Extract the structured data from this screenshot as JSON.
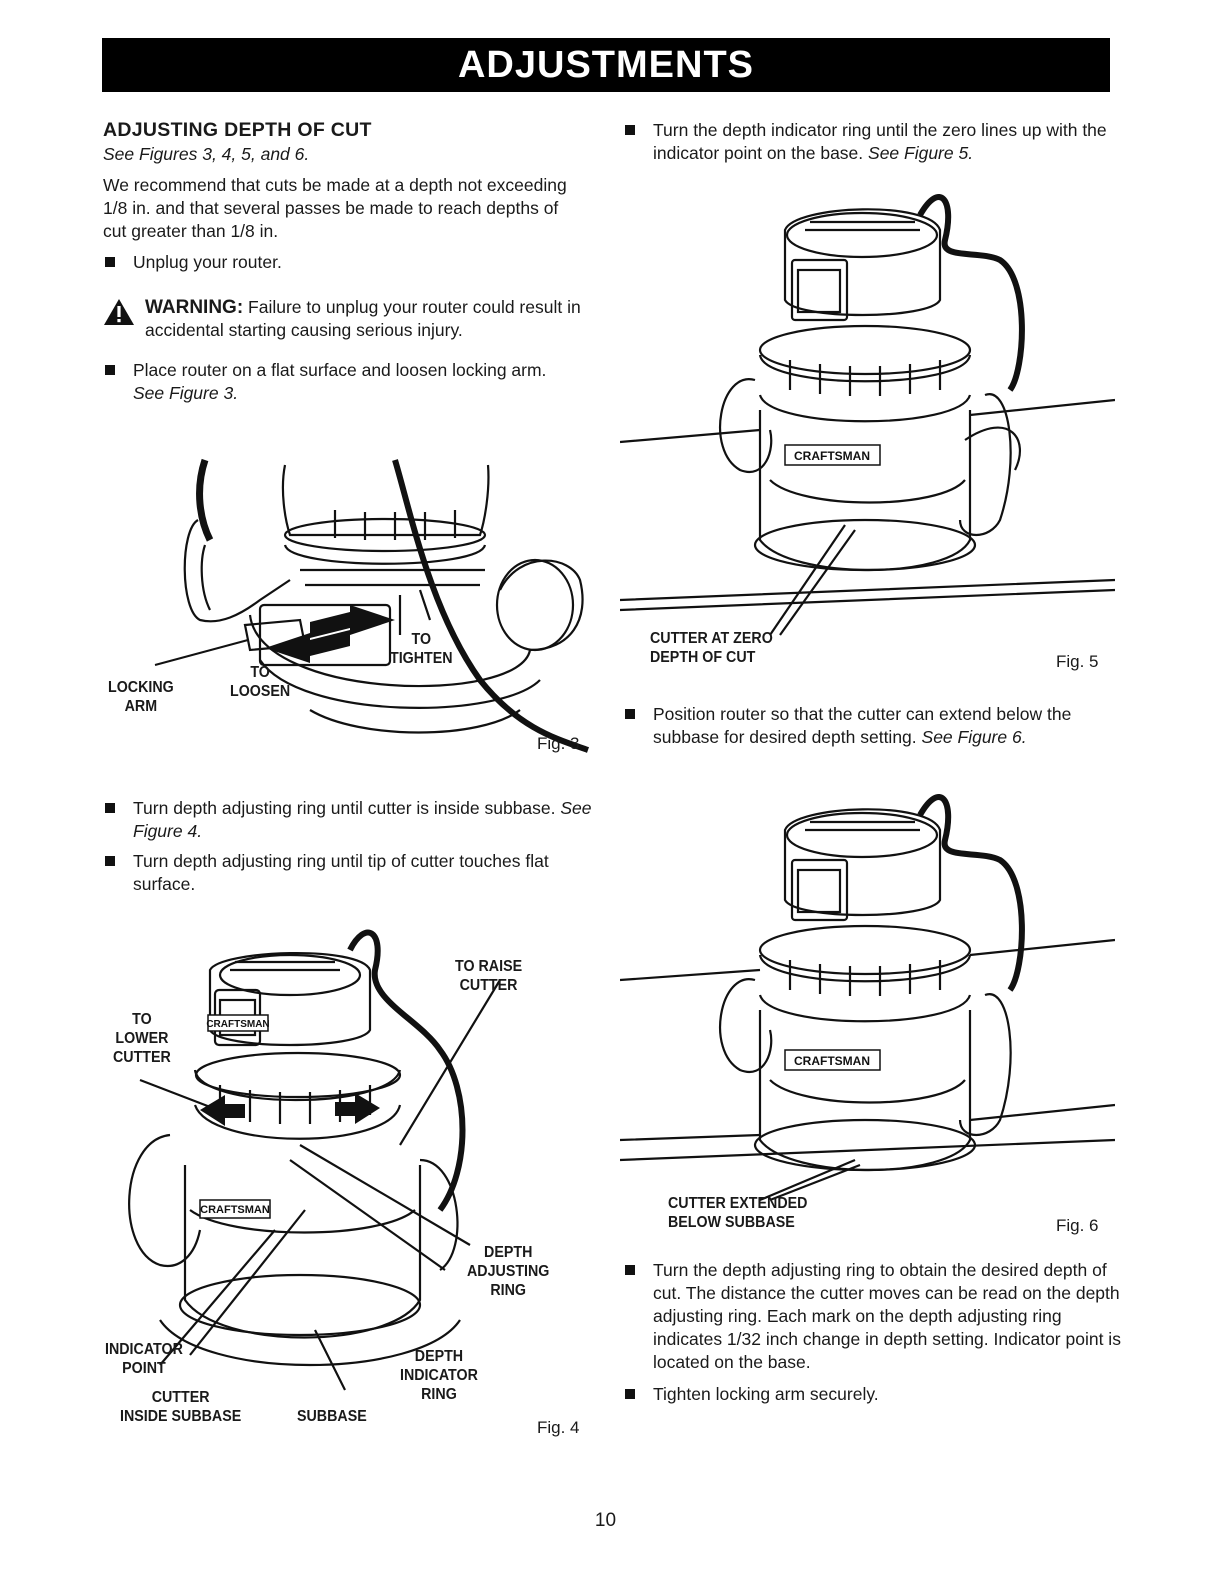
{
  "header": {
    "title": "ADJUSTMENTS"
  },
  "left": {
    "heading": "ADJUSTING DEPTH OF CUT",
    "see_figures": "See Figures 3, 4, 5, and 6.",
    "intro": "We recommend that cuts be made at a depth not exceeding 1/8 in. and that several passes be made to reach depths of cut greater than 1/8 in.",
    "bullet_unplug": "Unplug your router.",
    "warning_word": "WARNING:",
    "warning_text": " Failure to unplug your router could result in accidental starting causing serious injury.",
    "bullet_place": "Place router on a flat surface and loosen locking arm. ",
    "bullet_place_ref": "See Figure 3.",
    "fig3": {
      "locking_arm": "LOCKING\nARM",
      "to_loosen": "TO\nLOOSEN",
      "to_tighten": "TO\nTIGHTEN",
      "number": "Fig. 3"
    },
    "bullet_turn1": "Turn depth adjusting ring until cutter is inside subbase. ",
    "bullet_turn1_ref": "See Figure 4.",
    "bullet_turn2": "Turn depth adjusting ring until tip of cutter touches flat surface.",
    "fig4": {
      "to_lower": "TO\nLOWER\nCUTTER",
      "to_raise": "TO RAISE\nCUTTER",
      "depth_adjusting_ring": "DEPTH\nADJUSTING\nRING",
      "indicator_point": "INDICATOR\nPOINT",
      "depth_indicator_ring": "DEPTH\nINDICATOR\nRING",
      "cutter_inside": "CUTTER\nINSIDE SUBBASE",
      "subbase": "SUBBASE",
      "number": "Fig. 4"
    }
  },
  "right": {
    "bullet_zero": "Turn the depth indicator ring until the zero lines up with the indicator point on the base. ",
    "bullet_zero_ref": "See Figure 5.",
    "fig5": {
      "caption": "CUTTER AT ZERO\nDEPTH OF CUT",
      "number": "Fig. 5"
    },
    "bullet_position": "Position router so that the cutter can extend below the subbase for desired depth setting. ",
    "bullet_position_ref": "See Figure 6.",
    "fig6": {
      "caption": "CUTTER EXTENDED\nBELOW SUBBASE",
      "number": "Fig. 6"
    },
    "bullet_depth": "Turn the depth adjusting ring to obtain the desired depth of cut. The distance the cutter moves can be read on the depth adjusting ring. Each mark on the depth adjusting ring indicates 1/32 inch change in depth setting. Indicator point is located on the base.",
    "bullet_tighten": "Tighten locking arm securely.",
    "brand_mark": "CRAFTSMAN"
  },
  "page_number": "10"
}
